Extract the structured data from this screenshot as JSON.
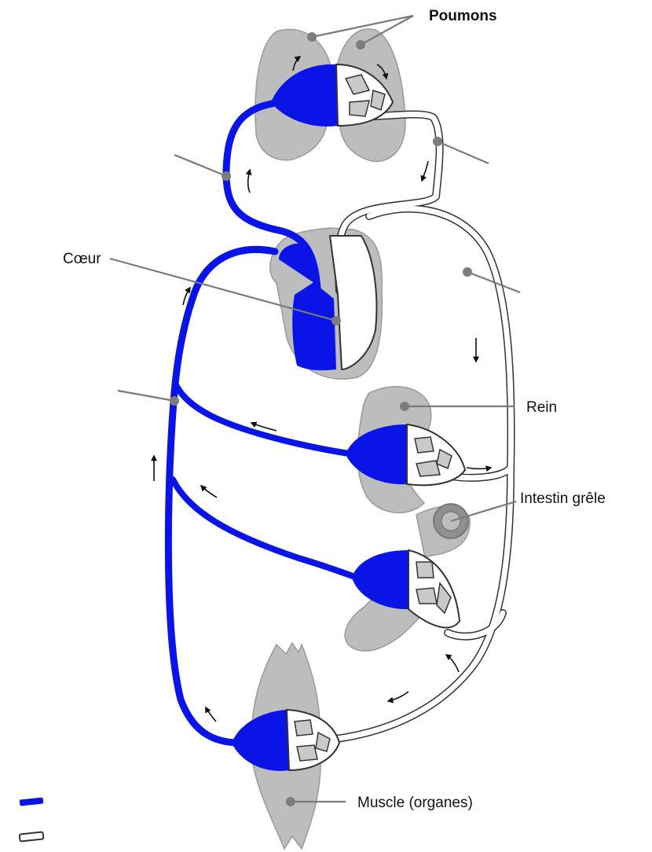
{
  "colors": {
    "deoxygenated": "#0a14e6",
    "oxygenated": "#ffffff",
    "organ": "#bdbdbd",
    "pointer": "#7a7a7a"
  },
  "labels": {
    "lungs": "Poumons",
    "heart": "Cœur",
    "kidney": "Rein",
    "small_intestine": "Intestin grêle",
    "muscle": "Muscle (organes)"
  },
  "legend": {
    "items": [
      {
        "color": "#0a14e6",
        "label": ""
      },
      {
        "color": "#ffffff",
        "label": ""
      }
    ]
  }
}
